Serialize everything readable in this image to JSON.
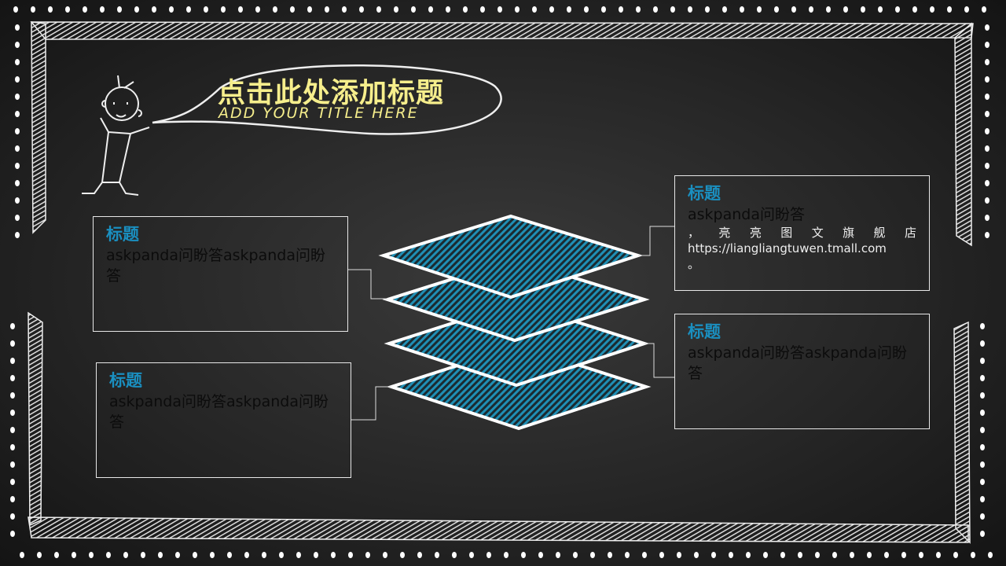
{
  "title": "点击此处添加标题",
  "subtitle": "ADD YOUR TITLE HERE",
  "colors": {
    "accent": "#1a8fc0",
    "title": "#f6ee8c",
    "layer_fill": "#1f7a9a"
  },
  "boxes": [
    {
      "heading": "标题",
      "body": "askpanda问盼答askpanda问盼答"
    },
    {
      "heading": "标题",
      "body": "askpanda问盼答askpanda问盼答"
    },
    {
      "heading": "标题",
      "body": "askpanda问盼答",
      "extra_chars": [
        "，",
        "亮",
        "亮",
        "图",
        "文",
        "旗",
        "舰",
        "店"
      ],
      "url": "https://liangliangtuwen.tmall.com",
      "end": "。"
    },
    {
      "heading": "标题",
      "body": "askpanda问盼答askpanda问盼答"
    }
  ]
}
